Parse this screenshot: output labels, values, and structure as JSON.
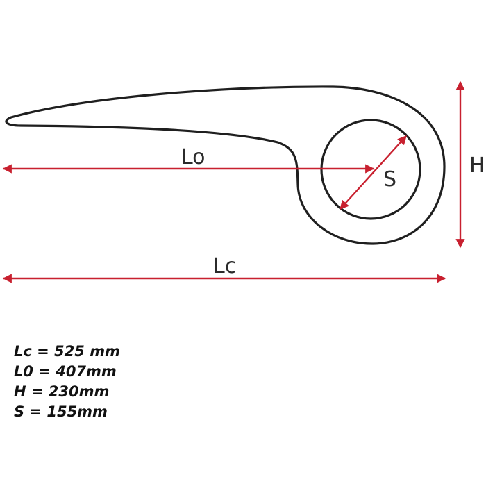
{
  "colors": {
    "outline": "#1f1f1f",
    "dimension": "#c8202f",
    "text": "#2b2b2b"
  },
  "labels": {
    "lo": "Lo",
    "s": "S",
    "h": "H",
    "lc": "Lc"
  },
  "specs": [
    "Lc = 525 mm",
    "L0 = 407mm",
    "H = 230mm",
    "S = 155mm"
  ]
}
